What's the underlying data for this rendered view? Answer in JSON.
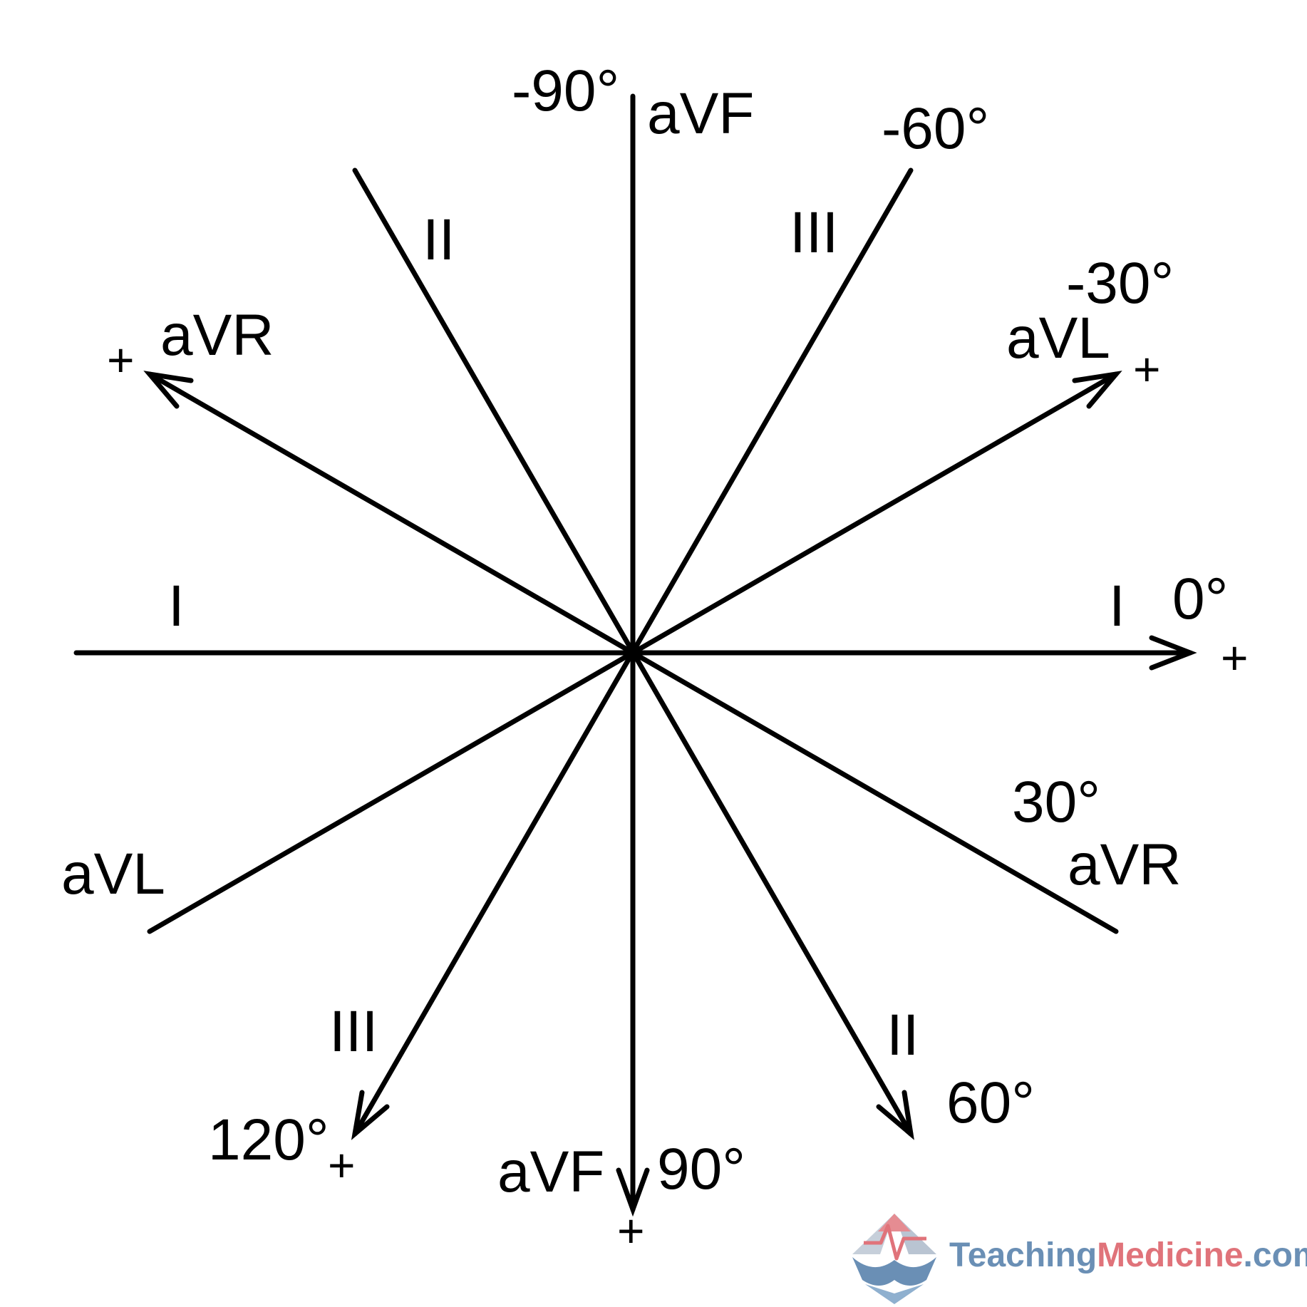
{
  "diagram": {
    "leads": [
      {
        "name": "I",
        "positive_deg": 0
      },
      {
        "name": "II",
        "positive_deg": 60
      },
      {
        "name": "III",
        "positive_deg": 120
      },
      {
        "name": "aVR",
        "positive_deg": -150
      },
      {
        "name": "aVL",
        "positive_deg": -30
      },
      {
        "name": "aVF",
        "positive_deg": 90
      }
    ],
    "labels": {
      "minus90": "-90°",
      "minus60": "-60°",
      "minus30": "-30°",
      "zero": "0°",
      "plus30": "30°",
      "plus60": "60°",
      "plus90": "90°",
      "plus120": "120°",
      "avf_top": "aVF",
      "avf_bottom": "aVF",
      "ii_top": "II",
      "ii_bottom": "II",
      "iii_top": "III",
      "iii_bottom": "III",
      "avr_upper": "aVR",
      "avr_lower": "aVR",
      "avl_upper": "aVL",
      "avl_lower": "aVL",
      "i_left": "I",
      "i_right": "I"
    },
    "plus_sign": "+",
    "colors": {
      "line": "#000000",
      "brand_blue": "#6a8fb5",
      "brand_red": "#e0737a"
    }
  },
  "logo": {
    "part1": "Teaching",
    "part2": "Medicine",
    "part3": ".com"
  }
}
